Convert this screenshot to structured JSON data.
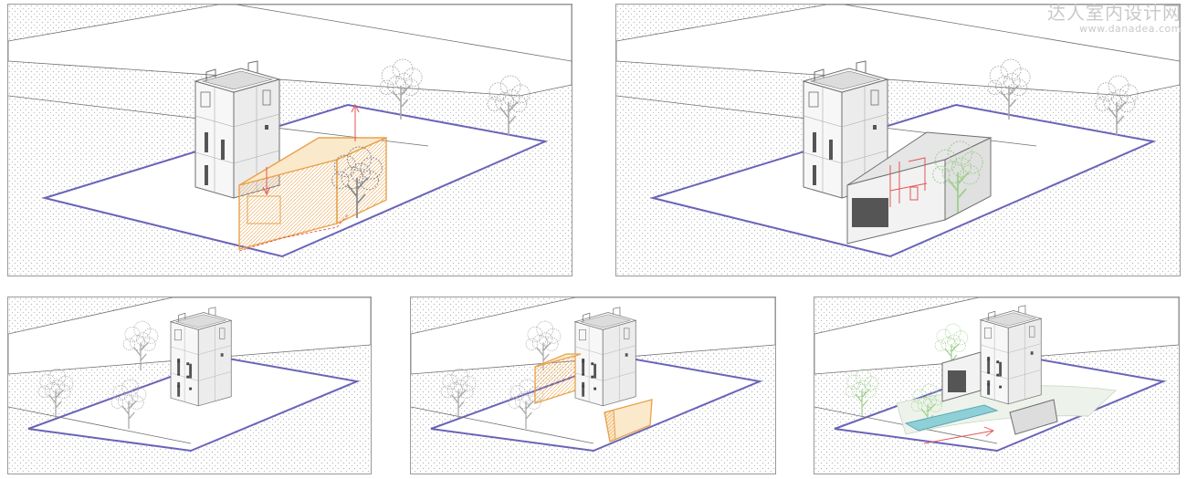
{
  "watermark": {
    "name": "达人室内设计网",
    "url": "www.danadea.com"
  },
  "colors": {
    "site_boundary": "#6a64b8",
    "stipple": "#b9b9b9",
    "line": "#6f6f6f",
    "timber": "#e8a24c",
    "timber_fill": "#fbe9cc",
    "annotation": "#e25555",
    "tree": "#a9a9a9",
    "tree_green": "#9fcf8e",
    "pool": "#8fd0d8"
  },
  "panels": [
    {
      "name": "panel-top-left",
      "stage": "timber-volume-insertion"
    },
    {
      "name": "panel-top-right",
      "stage": "cladded-volume-with-openings"
    },
    {
      "name": "panel-bottom-left",
      "stage": "existing-tower"
    },
    {
      "name": "panel-bottom-middle",
      "stage": "new-volumes"
    },
    {
      "name": "panel-bottom-right",
      "stage": "pool-and-landscape"
    }
  ],
  "icons": [
    "tree-icon",
    "arrow-up-icon",
    "arrow-down-icon"
  ]
}
